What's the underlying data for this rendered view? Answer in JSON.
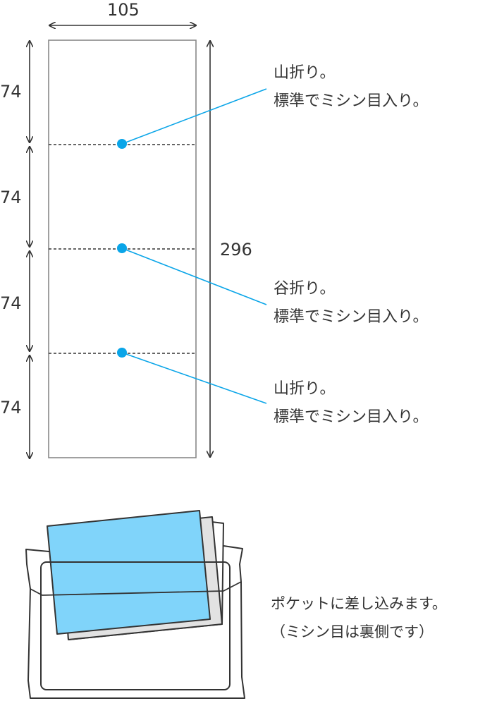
{
  "dimensions": {
    "width": "105",
    "height": "296",
    "segments": [
      "74",
      "74",
      "74",
      "74"
    ]
  },
  "annotations": [
    {
      "fold": "山折り。",
      "perforation": "標準でミシン目入り。"
    },
    {
      "fold": "谷折り。",
      "perforation": "標準でミシン目入り。"
    },
    {
      "fold": "山折り。",
      "perforation": "標準でミシン目入り。"
    }
  ],
  "pocket_note": {
    "line1": "ポケットに差し込みます。",
    "line2": "（ミシン目は裏側です）"
  },
  "colors": {
    "accent": "#0aa5e8",
    "card": "#80d4fa",
    "line": "#333333",
    "sheet_border": "#888888"
  }
}
